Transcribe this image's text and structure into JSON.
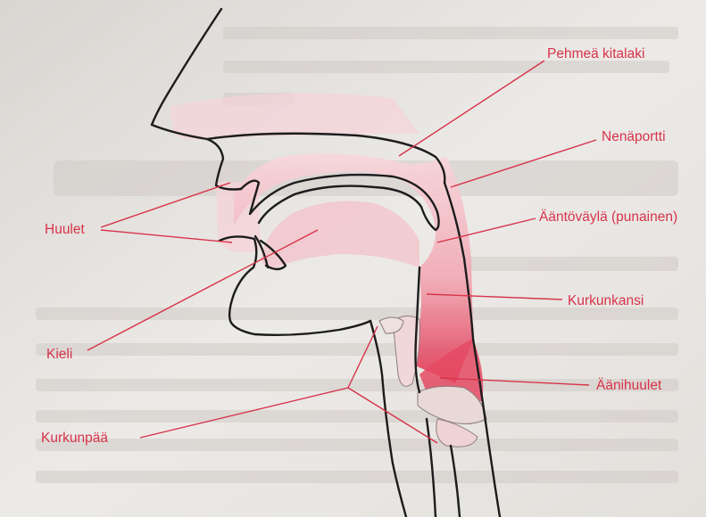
{
  "labels": {
    "soft_palate": "Pehmeä kitalaki",
    "velum_port": "Nenäportti",
    "vocal_tract": "Ääntöväylä (punainen)",
    "epiglottis": "Kurkunkansi",
    "vocal_folds": "Äänihuulet",
    "lips": "Huulet",
    "tongue": "Kieli",
    "larynx": "Kurkunpää"
  },
  "colors": {
    "label_red": "#d8334a",
    "tract_light": "#f6c9cf",
    "tract_dark": "#e0304d",
    "outline": "#1c1c1c",
    "background": "#e9e7e4"
  }
}
